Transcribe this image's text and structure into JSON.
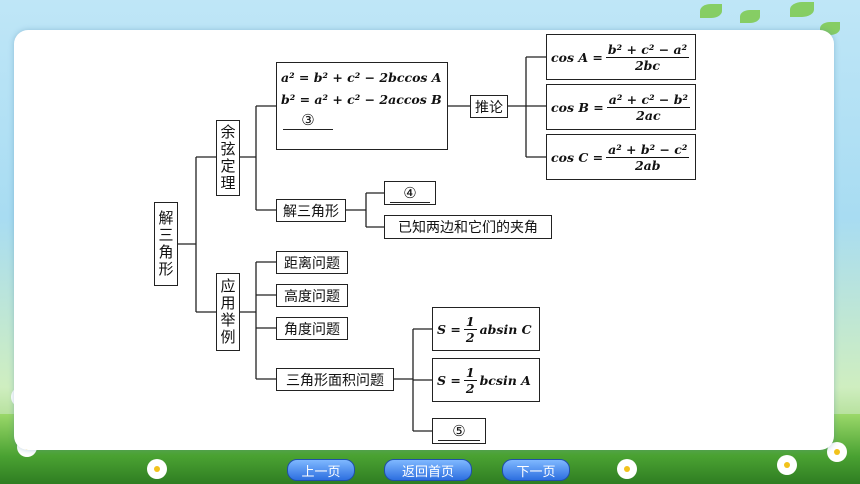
{
  "root": {
    "chars": [
      "解",
      "三",
      "角",
      "形"
    ]
  },
  "branch_cosine": {
    "chars": [
      "余",
      "弦",
      "定",
      "理"
    ]
  },
  "branch_app": {
    "chars": [
      "应",
      "用",
      "举",
      "例"
    ]
  },
  "formula_group": {
    "f1": "a² = b² + c² − 2bccos A",
    "f2": "b² = a² + c² − 2accos B",
    "blank3": "③"
  },
  "corollary_label": "推论",
  "corollaries": [
    {
      "lhs": "cos A =",
      "num": "b² + c² − a²",
      "den": "2bc"
    },
    {
      "lhs": "cos B =",
      "num": "a² + c² − b²",
      "den": "2ac"
    },
    {
      "lhs": "cos C =",
      "num": "a² + b² − c²",
      "den": "2ab"
    }
  ],
  "solve_triangle": {
    "label": "解三角形",
    "blank4": "④",
    "case2": "已知两边和它们的夹角"
  },
  "applications": {
    "distance": "距离问题",
    "height": "高度问题",
    "angle": "角度问题",
    "area": "三角形面积问题"
  },
  "area_formulas": [
    {
      "lhs": "S =",
      "num": "1",
      "den": "2",
      "rhs": "absin C"
    },
    {
      "lhs": "S =",
      "num": "1",
      "den": "2",
      "rhs": "bcsin A"
    }
  ],
  "blank5": "⑤",
  "nav": {
    "prev": "上一页",
    "home": "返回首页",
    "next": "下一页"
  }
}
